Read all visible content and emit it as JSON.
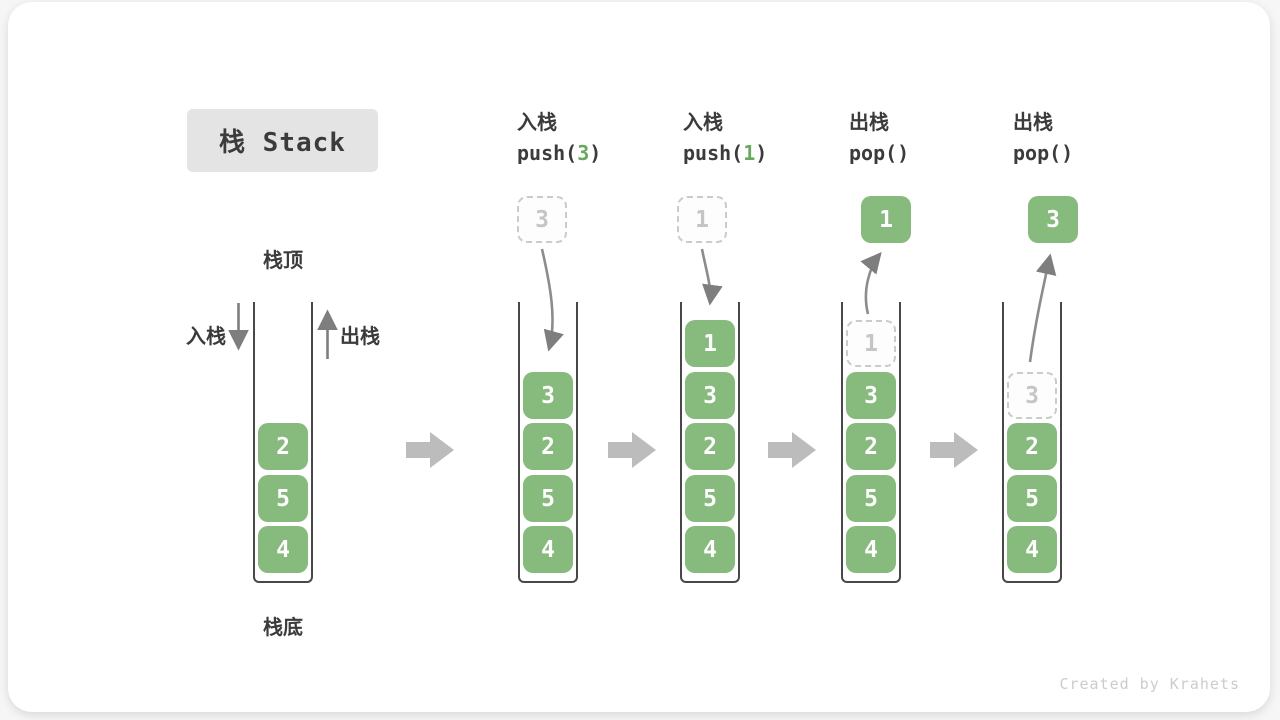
{
  "title": "栈 Stack",
  "labels": {
    "stack_top": "栈顶",
    "stack_bottom": "栈底",
    "push_side": "入栈",
    "pop_side": "出栈"
  },
  "watermark": "Created by Krahets",
  "base_stack": {
    "cells": [
      {
        "v": "2"
      },
      {
        "v": "5"
      },
      {
        "v": "4"
      }
    ]
  },
  "steps": [
    {
      "caption_line1": "入栈",
      "code": {
        "pre": "push(",
        "arg": "3",
        "post": ")"
      },
      "floating": {
        "value": "3",
        "ghost": true
      },
      "cells": [
        {
          "v": "3"
        },
        {
          "v": "2"
        },
        {
          "v": "5"
        },
        {
          "v": "4"
        }
      ]
    },
    {
      "caption_line1": "入栈",
      "code": {
        "pre": "push(",
        "arg": "1",
        "post": ")"
      },
      "floating": {
        "value": "1",
        "ghost": true
      },
      "cells": [
        {
          "v": "1"
        },
        {
          "v": "3"
        },
        {
          "v": "2"
        },
        {
          "v": "5"
        },
        {
          "v": "4"
        }
      ]
    },
    {
      "caption_line1": "出栈",
      "code": {
        "pre": "pop(",
        "arg": "",
        "post": ")"
      },
      "floating": {
        "value": "1",
        "ghost": false
      },
      "cells": [
        {
          "v": "1",
          "ghost": true
        },
        {
          "v": "3"
        },
        {
          "v": "2"
        },
        {
          "v": "5"
        },
        {
          "v": "4"
        }
      ]
    },
    {
      "caption_line1": "出栈",
      "code": {
        "pre": "pop(",
        "arg": "",
        "post": ")"
      },
      "floating": {
        "value": "3",
        "ghost": false
      },
      "cells": [
        {
          "v": "3",
          "ghost": true
        },
        {
          "v": "2"
        },
        {
          "v": "5"
        },
        {
          "v": "4"
        }
      ]
    }
  ],
  "colors": {
    "cell_green": "#87ba7d",
    "code_green": "#68a85e",
    "arrow_gray": "#7e7e7e",
    "chevron_gray": "#bcbcbc",
    "wall_dark": "#484848",
    "ghost_border": "#cbcbcb",
    "ghost_text": "#c5c5c5",
    "title_bg": "#e4e4e4",
    "text_dark": "#3b3b3b",
    "watermark_gray": "#cccccc"
  }
}
